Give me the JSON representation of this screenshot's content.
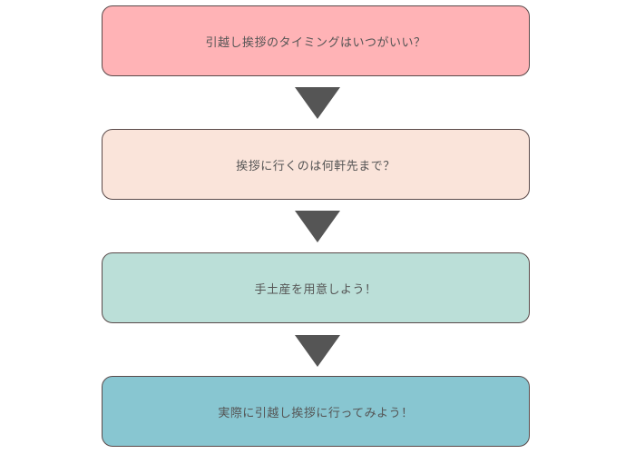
{
  "diagram": {
    "type": "flowchart",
    "direction": "top-to-bottom",
    "steps": [
      {
        "label": "引越し挨拶のタイミングはいつがいい？",
        "color": "#ffb3b6"
      },
      {
        "label": "挨拶に行くのは何軒先まで？",
        "color": "#fae4da"
      },
      {
        "label": "手土産を用意しよう！",
        "color": "#bbdfd8"
      },
      {
        "label": "実際に引越し挨拶に行ってみよう！",
        "color": "#88c6d1"
      }
    ],
    "arrow_color": "#555555",
    "border_color": "#5a4a4a"
  }
}
